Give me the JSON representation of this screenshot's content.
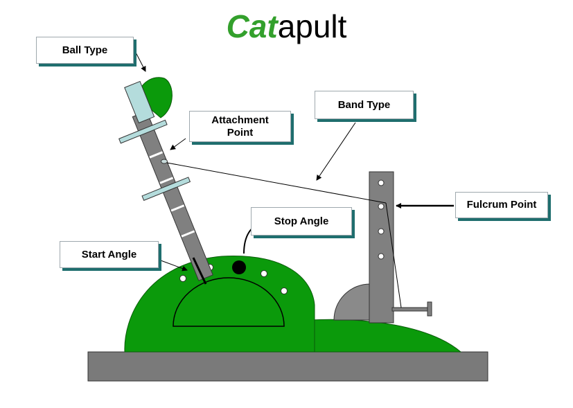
{
  "title": {
    "highlight": "Cat",
    "rest": "apult"
  },
  "labels": {
    "ball_type": "Ball Type",
    "attachment_point": "Attachment\nPoint",
    "band_type": "Band Type",
    "fulcrum_point": "Fulcrum Point",
    "stop_angle": "Stop Angle",
    "start_angle": "Start Angle"
  },
  "colors": {
    "body_green": "#0b9a0b",
    "arm_gray": "#808080",
    "base_gray": "#7a7a7a",
    "label_shadow": "#1f6e6e",
    "ball_mount": "#b4dcdc",
    "title_green": "#33a02c"
  }
}
